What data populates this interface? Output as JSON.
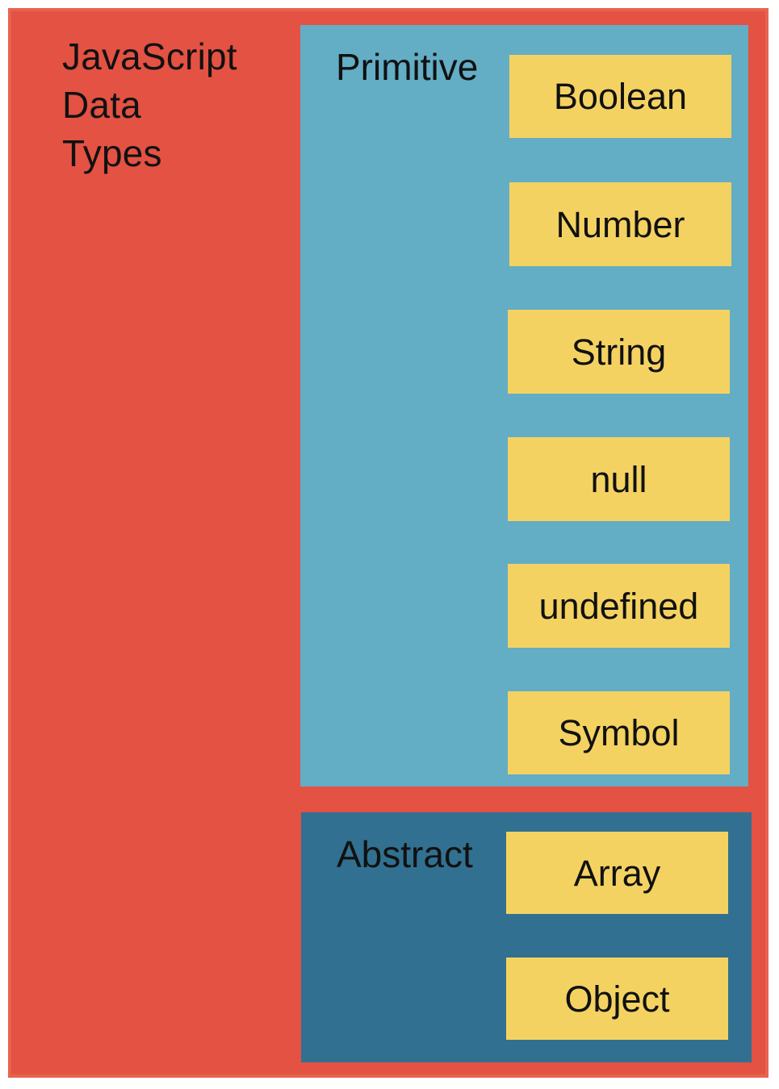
{
  "diagram": {
    "root": {
      "label": "JavaScript\nData\nTypes",
      "color": "#e35243"
    },
    "groups": [
      {
        "label": "Primitive",
        "color": "#63adc5",
        "items": [
          "Boolean",
          "Number",
          "String",
          "null",
          "undefined",
          "Symbol"
        ]
      },
      {
        "label": "Abstract",
        "color": "#317090",
        "items": [
          "Array",
          "Object"
        ]
      }
    ],
    "item_color": "#f4d262"
  }
}
